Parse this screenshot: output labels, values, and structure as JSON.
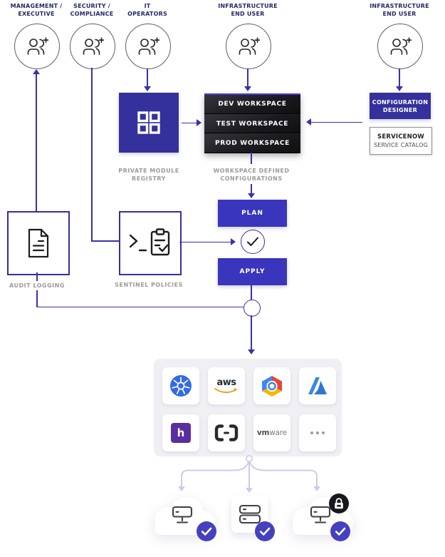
{
  "personas": [
    {
      "line1": "MANAGEMENT /",
      "line2": "EXECUTIVE"
    },
    {
      "line1": "SECURITY /",
      "line2": "COMPLIANCE"
    },
    {
      "line1": "IT",
      "line2": "OPERATORS"
    },
    {
      "line1": "INFRASTRUCTURE",
      "line2": "END USER"
    },
    {
      "line1": "INFRASTRUCTURE",
      "line2": "END USER"
    }
  ],
  "nodes": {
    "private_module_registry": {
      "line1": "PRIVATE MODULE",
      "line2": "REGISTRY"
    },
    "workspaces": [
      "DEV WORKSPACE",
      "TEST WORKSPACE",
      "PROD WORKSPACE"
    ],
    "workspace_configs": {
      "line1": "WORKSPACE DEFINED",
      "line2": "CONFIGURATIONS"
    },
    "configuration_designer": {
      "line1": "CONFIGURATION",
      "line2": "DESIGNER"
    },
    "servicenow": {
      "line1": "SERVICENOW",
      "line2": "SERVICE CATALOG"
    },
    "plan": "PLAN",
    "apply": "APPLY",
    "audit_logging": "AUDIT LOGGING",
    "sentinel_policies": "SENTINEL POLICIES"
  },
  "providers": [
    {
      "name": "kubernetes"
    },
    {
      "name": "aws",
      "text": "aws"
    },
    {
      "name": "google-cloud"
    },
    {
      "name": "azure"
    },
    {
      "name": "heroku",
      "text": "h"
    },
    {
      "name": "custom-brackets"
    },
    {
      "name": "vmware",
      "text_bold": "vm",
      "text_rest": "ware"
    },
    {
      "name": "more-providers"
    }
  ],
  "colors": {
    "accent": "#34309c",
    "accent_bright": "#3a35bd",
    "line": "#3832a8",
    "line_light": "#cbcbec",
    "navy": "#232a66",
    "gray_label": "#9b9b9e",
    "stack_border": "#443cdb",
    "badge": "#4540bf",
    "lock_bg": "#17171d",
    "k8s": "#326ce5",
    "heroku": "#5a2da0",
    "aws_smile": "#f49819",
    "azure": "#2e77d0",
    "gcp_blue": "#4285f4",
    "gcp_red": "#ea4335",
    "gcp_yellow": "#f6b704",
    "panel_bg": "#efeff4"
  }
}
